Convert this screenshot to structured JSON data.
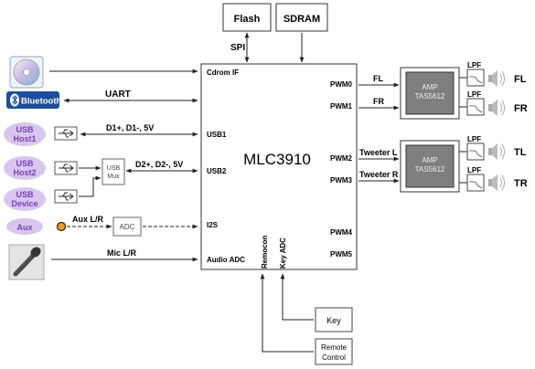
{
  "chip": {
    "name": "MLC3910",
    "ports": {
      "cdrom_if": "Cdrom IF",
      "usb1": "USB1",
      "usb2": "USB2",
      "i2s": "I2S",
      "audio_adc": "Audio ADC",
      "remocon": "Remocon",
      "key_adc": "Key ADC",
      "pwm0": "PWM0",
      "pwm1": "PWM1",
      "pwm2": "PWM2",
      "pwm3": "PWM3",
      "pwm4": "PWM4",
      "pwm5": "PWM5"
    }
  },
  "memory": {
    "flash": "Flash",
    "sdram": "SDRAM",
    "spi": "SPI"
  },
  "inputs": {
    "bluetooth": "Bluetooth.",
    "uart": "UART",
    "usb_host1": [
      "USB",
      "Host1"
    ],
    "usb_host2": [
      "USB",
      "Host2"
    ],
    "usb_device": [
      "USB",
      "Device"
    ],
    "aux": "Aux",
    "usb_mux": [
      "USB",
      "Mux"
    ],
    "adc": "ADC",
    "d1": "D1+, D1-, 5V",
    "d2": "D2+, D2-, 5V",
    "aux_lr": "Aux L/R",
    "mic_lr": "Mic L/R"
  },
  "controls": {
    "key": "Key",
    "remote": [
      "Remote",
      "Control"
    ]
  },
  "amps": {
    "amp_label": "AMP",
    "amp_part": "TAS5612",
    "lpf": "LPF",
    "fl_signal": "FL",
    "fr_signal": "FR",
    "tweeter_l": "Tweeter L",
    "tweeter_r": "Tweeter R",
    "out_fl": "FL",
    "out_fr": "FR",
    "out_tl": "TL",
    "out_tr": "TR"
  },
  "colors": {
    "pill_fill": "#d7c6ee",
    "pill_text": "#7a3fb4",
    "amp_fill": "#7f7f7f",
    "bluetooth_fill": "#1d4e9a",
    "aux_dot": "#f29b1d"
  }
}
